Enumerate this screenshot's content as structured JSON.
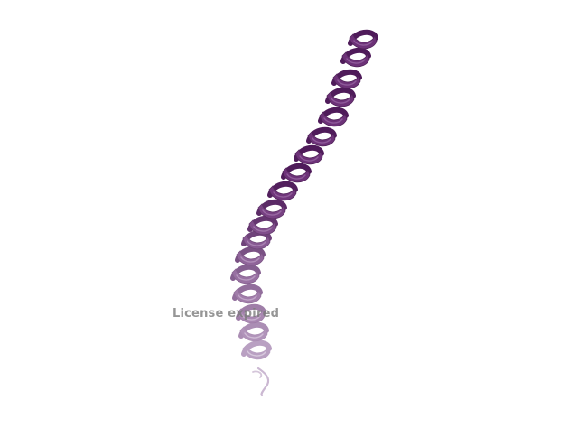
{
  "watermark": {
    "text": "License expired"
  },
  "structure": {
    "representation": "cartoon",
    "secondary_structure": "alpha-helix",
    "colors": {
      "helix_dark": "#5a2067",
      "helix_mid": "#6d3278",
      "helix_light": "#b9a0c2",
      "helix_highlight": "#9b6aa6",
      "tail": "#c8b4cf",
      "background": "#ffffff"
    }
  }
}
